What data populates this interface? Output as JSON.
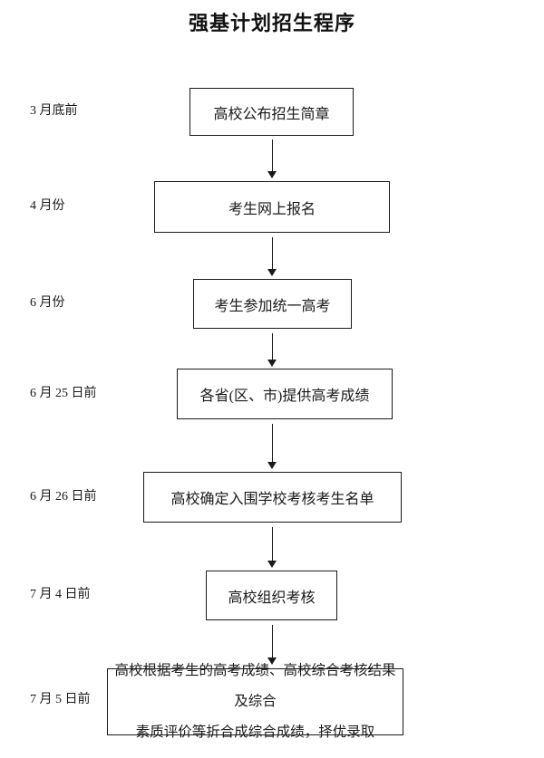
{
  "title": "强基计划招生程序",
  "steps": [
    {
      "date": "3 月底前",
      "text": "高校公布招生简章"
    },
    {
      "date": "4 月份",
      "text": "考生网上报名"
    },
    {
      "date": "6 月份",
      "text": "考生参加统一高考"
    },
    {
      "date": "6 月 25 日前",
      "text": "各省(区、市)提供高考成绩"
    },
    {
      "date": "6 月 26 日前",
      "text": "高校确定入围学校考核考生名单"
    },
    {
      "date": "7 月 4 日前",
      "text": "高校组织考核"
    },
    {
      "date": "7 月 5 日前",
      "text": "高校根据考生的高考成绩、高校综合考核结果及综合",
      "text2": "素质评价等折合成综合成绩，择优录取"
    }
  ],
  "colors": {
    "ink": "#1a1a1a",
    "background": "#ffffff"
  }
}
